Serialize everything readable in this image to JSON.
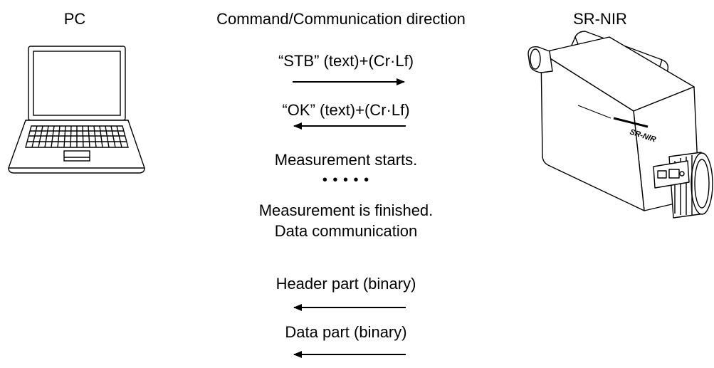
{
  "headers": {
    "pc": "PC",
    "direction": "Command/Communication direction",
    "device": "SR-NIR"
  },
  "messages": [
    {
      "label": "“STB” (text)+(Cr·Lf)",
      "direction": "to-device"
    },
    {
      "label": "“OK” (text)+(Cr·Lf)",
      "direction": "to-pc"
    }
  ],
  "status": {
    "start": "Measurement starts.",
    "ellipsis": "• • • • •",
    "finished": "Measurement is finished.",
    "data_comm": "Data communication"
  },
  "data_messages": [
    {
      "label": "Header part (binary)",
      "direction": "to-pc"
    },
    {
      "label": "Data part (binary)",
      "direction": "to-pc"
    }
  ],
  "icons": {
    "computer": "laptop-icon",
    "device": "spectroradiometer-icon"
  },
  "device_label": "SR-NIR"
}
